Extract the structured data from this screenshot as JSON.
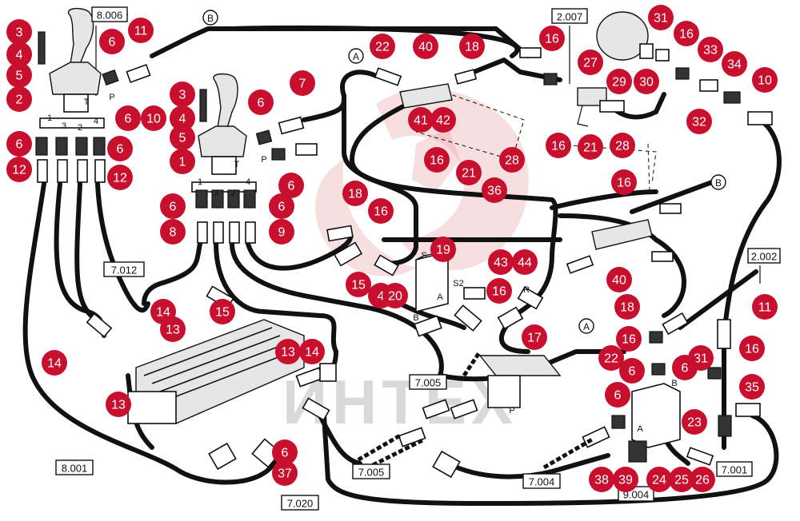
{
  "watermark_text": "ИНТЕХ",
  "colors": {
    "callout": "#c8102e",
    "line": "#111111",
    "watermark": "#e9a0a4"
  },
  "reference_boxes": [
    {
      "id": "r1",
      "label": "8.006"
    },
    {
      "id": "r2",
      "label": "2.007"
    },
    {
      "id": "r3",
      "label": "7.012"
    },
    {
      "id": "r4",
      "label": "2.002"
    },
    {
      "id": "r5",
      "label": "7.005"
    },
    {
      "id": "r6",
      "label": "7.005"
    },
    {
      "id": "r7",
      "label": "7.004"
    },
    {
      "id": "r8",
      "label": "8.001"
    },
    {
      "id": "r9",
      "label": "7.020"
    },
    {
      "id": "r10",
      "label": "7.001"
    },
    {
      "id": "r11",
      "label": "9.004"
    }
  ],
  "connectors": [
    {
      "id": "c1",
      "label": "B"
    },
    {
      "id": "c2",
      "label": "A"
    },
    {
      "id": "c3",
      "label": "B"
    },
    {
      "id": "c4",
      "label": "A"
    }
  ],
  "port_labels": [
    {
      "id": "p1",
      "label": "1"
    },
    {
      "id": "p2",
      "label": "3"
    },
    {
      "id": "p3",
      "label": "2"
    },
    {
      "id": "p4",
      "label": "4"
    },
    {
      "id": "p5",
      "label": "T"
    },
    {
      "id": "p6",
      "label": "P"
    },
    {
      "id": "p7",
      "label": "1"
    },
    {
      "id": "p8",
      "label": "3"
    },
    {
      "id": "p9",
      "label": "2"
    },
    {
      "id": "p10",
      "label": "4"
    },
    {
      "id": "p11",
      "label": "T"
    },
    {
      "id": "p12",
      "label": "P"
    },
    {
      "id": "p13",
      "label": "S"
    },
    {
      "id": "p14",
      "label": "S2"
    },
    {
      "id": "p15",
      "label": "A"
    },
    {
      "id": "p16",
      "label": "B"
    },
    {
      "id": "p17",
      "label": "R"
    },
    {
      "id": "p18",
      "label": "P"
    },
    {
      "id": "p19",
      "label": "B"
    },
    {
      "id": "p20",
      "label": "A"
    }
  ],
  "callouts": [
    {
      "id": "k1",
      "label": "3"
    },
    {
      "id": "k2",
      "label": "4"
    },
    {
      "id": "k3",
      "label": "5"
    },
    {
      "id": "k4",
      "label": "2"
    },
    {
      "id": "k5",
      "label": "6"
    },
    {
      "id": "k6",
      "label": "11"
    },
    {
      "id": "k7",
      "label": "6"
    },
    {
      "id": "k8",
      "label": "10"
    },
    {
      "id": "k9",
      "label": "6"
    },
    {
      "id": "k10",
      "label": "6"
    },
    {
      "id": "k11",
      "label": "12"
    },
    {
      "id": "k12",
      "label": "12"
    },
    {
      "id": "k13",
      "label": "3"
    },
    {
      "id": "k14",
      "label": "4"
    },
    {
      "id": "k15",
      "label": "5"
    },
    {
      "id": "k16",
      "label": "1"
    },
    {
      "id": "k17",
      "label": "6"
    },
    {
      "id": "k18",
      "label": "7"
    },
    {
      "id": "k19",
      "label": "6"
    },
    {
      "id": "k20",
      "label": "6"
    },
    {
      "id": "k21",
      "label": "6"
    },
    {
      "id": "k22",
      "label": "8"
    },
    {
      "id": "k23",
      "label": "9"
    },
    {
      "id": "k24",
      "label": "22"
    },
    {
      "id": "k25",
      "label": "40"
    },
    {
      "id": "k26",
      "label": "18"
    },
    {
      "id": "k27",
      "label": "41"
    },
    {
      "id": "k28",
      "label": "42"
    },
    {
      "id": "k29",
      "label": "16"
    },
    {
      "id": "k30",
      "label": "21"
    },
    {
      "id": "k31",
      "label": "36"
    },
    {
      "id": "k32",
      "label": "28"
    },
    {
      "id": "k33",
      "label": "18"
    },
    {
      "id": "k34",
      "label": "16"
    },
    {
      "id": "k35",
      "label": "19"
    },
    {
      "id": "k36",
      "label": "43"
    },
    {
      "id": "k37",
      "label": "44"
    },
    {
      "id": "k38",
      "label": "15"
    },
    {
      "id": "k39",
      "label": "4"
    },
    {
      "id": "k40",
      "label": "20"
    },
    {
      "id": "k41",
      "label": "16"
    },
    {
      "id": "k42",
      "label": "17"
    },
    {
      "id": "k43",
      "label": "16"
    },
    {
      "id": "k44",
      "label": "27"
    },
    {
      "id": "k45",
      "label": "31"
    },
    {
      "id": "k46",
      "label": "16"
    },
    {
      "id": "k47",
      "label": "29"
    },
    {
      "id": "k48",
      "label": "30"
    },
    {
      "id": "k49",
      "label": "33"
    },
    {
      "id": "k50",
      "label": "34"
    },
    {
      "id": "k51",
      "label": "10"
    },
    {
      "id": "k52",
      "label": "32"
    },
    {
      "id": "k53",
      "label": "16"
    },
    {
      "id": "k54",
      "label": "21"
    },
    {
      "id": "k55",
      "label": "28"
    },
    {
      "id": "k56",
      "label": "16"
    },
    {
      "id": "k57",
      "label": "40"
    },
    {
      "id": "k58",
      "label": "18"
    },
    {
      "id": "k59",
      "label": "11"
    },
    {
      "id": "k60",
      "label": "16"
    },
    {
      "id": "k61",
      "label": "22"
    },
    {
      "id": "k62",
      "label": "6"
    },
    {
      "id": "k63",
      "label": "31"
    },
    {
      "id": "k64",
      "label": "6"
    },
    {
      "id": "k65",
      "label": "16"
    },
    {
      "id": "k66",
      "label": "35"
    },
    {
      "id": "k67",
      "label": "6"
    },
    {
      "id": "k68",
      "label": "23"
    },
    {
      "id": "k69",
      "label": "38"
    },
    {
      "id": "k70",
      "label": "39"
    },
    {
      "id": "k71",
      "label": "24"
    },
    {
      "id": "k72",
      "label": "25"
    },
    {
      "id": "k73",
      "label": "26"
    },
    {
      "id": "k74",
      "label": "14"
    },
    {
      "id": "k75",
      "label": "15"
    },
    {
      "id": "k76",
      "label": "14"
    },
    {
      "id": "k77",
      "label": "13"
    },
    {
      "id": "k78",
      "label": "13"
    },
    {
      "id": "k79",
      "label": "14"
    },
    {
      "id": "k80",
      "label": "13"
    },
    {
      "id": "k81",
      "label": "6"
    },
    {
      "id": "k82",
      "label": "37"
    }
  ]
}
